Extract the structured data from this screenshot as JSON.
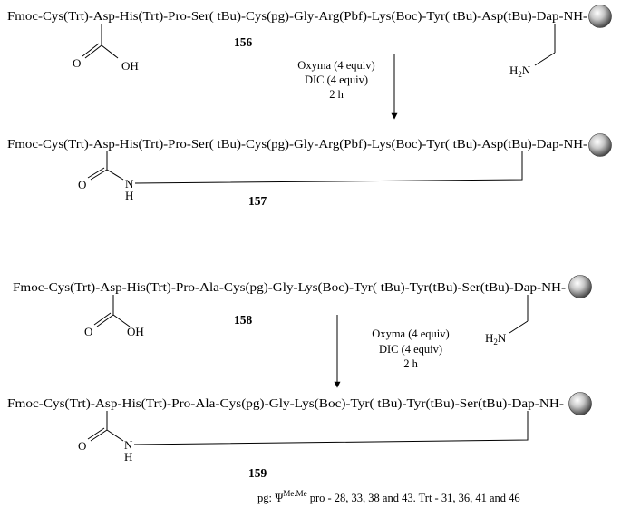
{
  "scheme": {
    "seq_156": "Fmoc-Cys(Trt)-Asp-His(Trt)-Pro-Ser( tBu)-Cys(pg)-Gly-Arg(Pbf)-Lys(Boc)-Tyr( tBu)-Asp(tBu)-Dap-NH-",
    "seq_157": "Fmoc-Cys(Trt)-Asp-His(Trt)-Pro-Ser( tBu)-Cys(pg)-Gly-Arg(Pbf)-Lys(Boc)-Tyr( tBu)-Asp(tBu)-Dap-NH-",
    "seq_158": "Fmoc-Cys(Trt)-Asp-His(Trt)-Pro-Ala-Cys(pg)-Gly-Lys(Boc)-Tyr( tBu)-Tyr(tBu)-Ser(tBu)-Dap-NH-",
    "seq_159": "Fmoc-Cys(Trt)-Asp-His(Trt)-Pro-Ala-Cys(pg)-Gly-Lys(Boc)-Tyr( tBu)-Tyr(tBu)-Ser(tBu)-Dap-NH-",
    "compound_156": "156",
    "compound_157": "157",
    "compound_158": "158",
    "compound_159": "159",
    "atom_O": "O",
    "atom_OH": "OH",
    "atom_N": "N",
    "atom_H": "H",
    "atom_H2N": "H2N",
    "reaction_1": {
      "line1": "Oxyma (4 equiv)",
      "line2": "DIC (4 equiv)",
      "line3": "2 h"
    },
    "reaction_2": {
      "line1": "Oxyma (4 equiv)",
      "line2": "DIC (4 equiv)",
      "line3": "2 h"
    },
    "footnote": "pg: ΨMe.Me pro - 28, 33, 38 and 43. Trt - 31, 36, 41 and 46"
  }
}
